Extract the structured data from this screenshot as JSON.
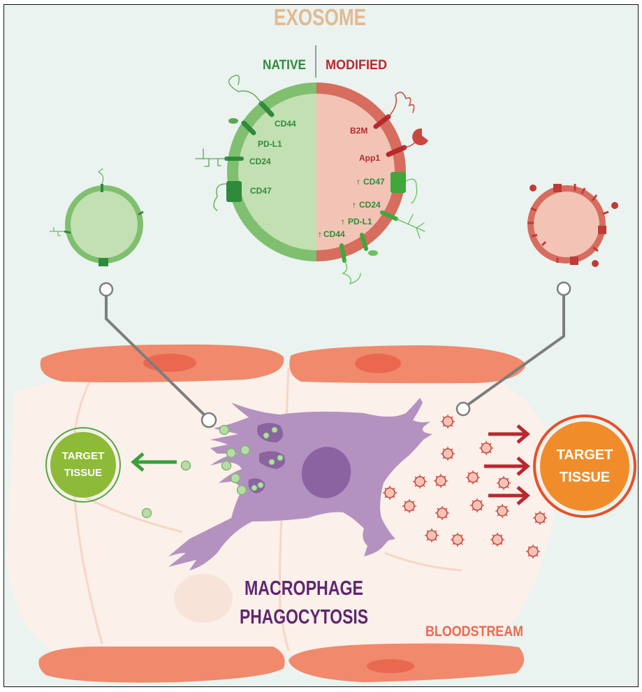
{
  "title": "EXOSOME",
  "comparison": {
    "native_label": "NATIVE",
    "modified_label": "MODIFIED"
  },
  "native_markers": [
    "CD44",
    "PD-L1",
    "CD24",
    "CD47"
  ],
  "modified_markers": {
    "added": [
      "B2M",
      "App1"
    ],
    "upregulated": [
      {
        "arrow": "↑",
        "label": "CD47"
      },
      {
        "arrow": "↑",
        "label": "CD24"
      },
      {
        "arrow": "↑",
        "label": "PD-L1"
      },
      {
        "arrow": "↑",
        "label": "CD44"
      }
    ]
  },
  "macrophage": {
    "line1": "MACROPHAGE",
    "line2": "PHAGOCYTOSIS"
  },
  "bloodstream_label": "BLOODSTREAM",
  "target_left": {
    "line1": "TARGET",
    "line2": "TISSUE"
  },
  "target_right": {
    "line1": "TARGET",
    "line2": "TISSUE"
  },
  "colors": {
    "title": "#e2b992",
    "native": "#2e8b3c",
    "modified": "#b8282e",
    "macrophage_text": "#5e2770",
    "bloodstream_text": "#ec6a4e",
    "target_left_fill": "#8dbb37",
    "target_right_fill": "#f08d2a"
  }
}
